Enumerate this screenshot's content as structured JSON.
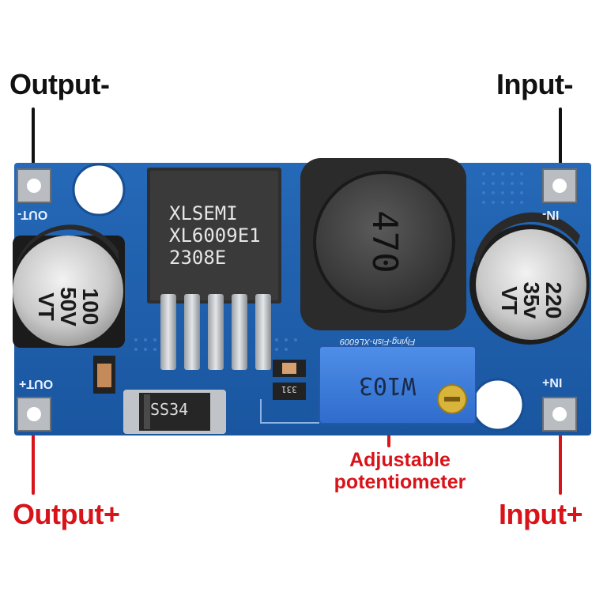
{
  "labels": {
    "output_minus": "Output-",
    "input_minus": "Input-",
    "output_plus": "Output+",
    "input_plus": "Input+",
    "potentiometer_line1": "Adjustable",
    "potentiometer_line2": "potentiometer"
  },
  "board": {
    "silkscreen": {
      "out_minus": "OUT-",
      "out_plus": "OUT+",
      "in_minus": "IN-",
      "in_plus": "IN+",
      "module_id": "Flying-Fish-XL6009"
    },
    "chip": {
      "line1": "XLSEMI",
      "line2": "XL6009E1",
      "line3": "2308E"
    },
    "inductor_code": "470",
    "cap_left": {
      "value": "100",
      "voltage": "50V",
      "series": "VT"
    },
    "cap_right": {
      "value": "220",
      "voltage": "35v",
      "series": "VT"
    },
    "diode_code": "SS34",
    "pot_code": "W103",
    "resistor_code": "331"
  },
  "colors": {
    "pcb_blue": "#1d5fae",
    "label_black": "#111111",
    "label_red": "#d8141a"
  }
}
